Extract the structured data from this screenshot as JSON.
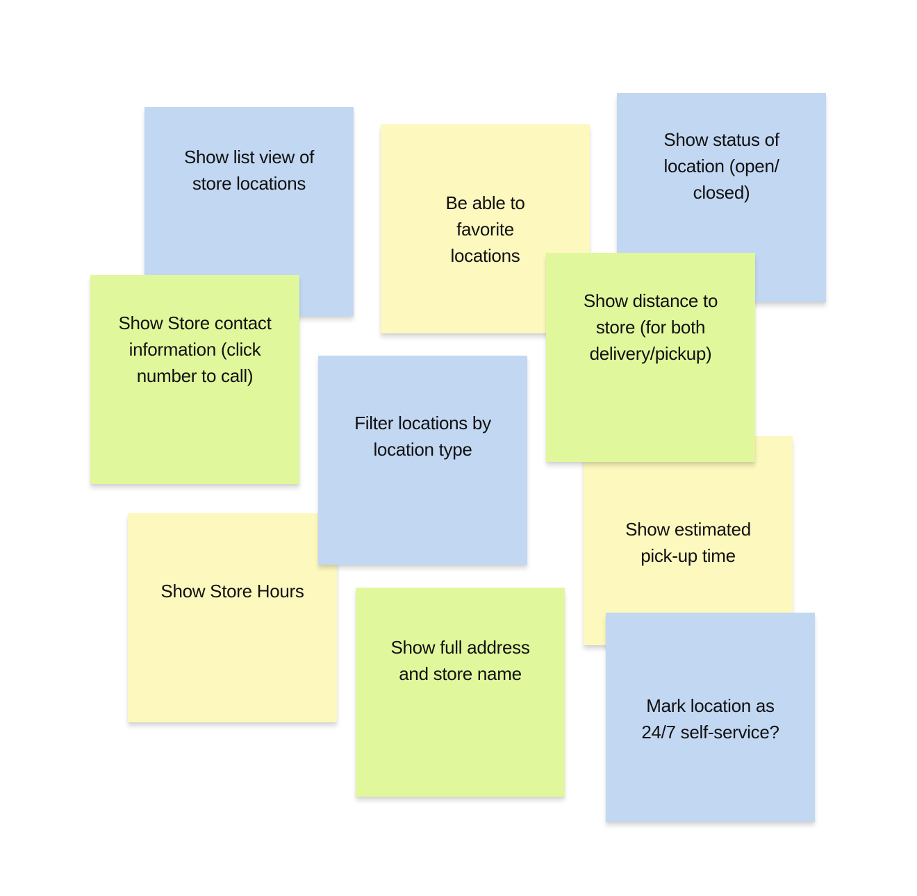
{
  "colors": {
    "blue": "#c2d7f2",
    "yellow": "#fdf8be",
    "green": "#e1f79c",
    "background": "#ffffff"
  },
  "notes": [
    {
      "text": "Show list view of store locations",
      "color": "blue"
    },
    {
      "text": "Be able to favorite locations",
      "color": "yellow"
    },
    {
      "text": "Show status of location (open/ closed)",
      "color": "blue"
    },
    {
      "text": "Show Store contact information (click number to call)",
      "color": "green"
    },
    {
      "text": "Show distance to store (for both delivery/pickup)",
      "color": "green"
    },
    {
      "text": "Show Store Hours",
      "color": "yellow"
    },
    {
      "text": "Filter locations by location type",
      "color": "blue"
    },
    {
      "text": "Show estimated pick-up time",
      "color": "yellow"
    },
    {
      "text": "Show full address and store name",
      "color": "green"
    },
    {
      "text": "Mark location as 24/7 self-service?",
      "color": "blue"
    }
  ]
}
